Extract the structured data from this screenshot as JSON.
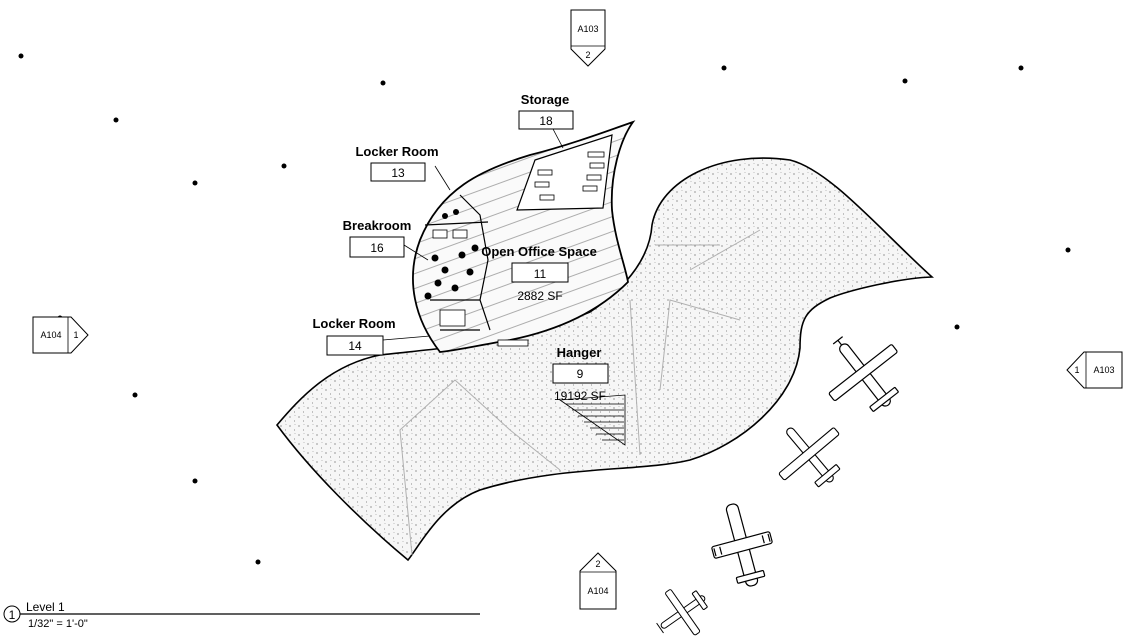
{
  "view": {
    "title": "Level 1",
    "scale": "1/32\" = 1'-0\"",
    "view_number": "1"
  },
  "section_tags": {
    "top": {
      "sheet": "A103",
      "number": "2"
    },
    "left": {
      "sheet": "A104",
      "number": "1"
    },
    "right": {
      "sheet": "A103",
      "number": "1"
    },
    "bottom": {
      "sheet": "A104",
      "number": "2"
    }
  },
  "rooms": {
    "storage": {
      "name": "Storage",
      "number": "18"
    },
    "locker_room_1": {
      "name": "Locker Room",
      "number": "13"
    },
    "breakroom": {
      "name": "Breakroom",
      "number": "16"
    },
    "open_office": {
      "name": "Open Office Space",
      "number": "11",
      "area": "2882 SF"
    },
    "locker_room_2": {
      "name": "Locker Room",
      "number": "14"
    },
    "hanger": {
      "name": "Hanger",
      "number": "9",
      "area": "19192 SF"
    }
  },
  "colors": {
    "line": "#000000",
    "fill": "#f4f4f4",
    "hatch": "#9a9a9a",
    "background": "#ffffff"
  }
}
